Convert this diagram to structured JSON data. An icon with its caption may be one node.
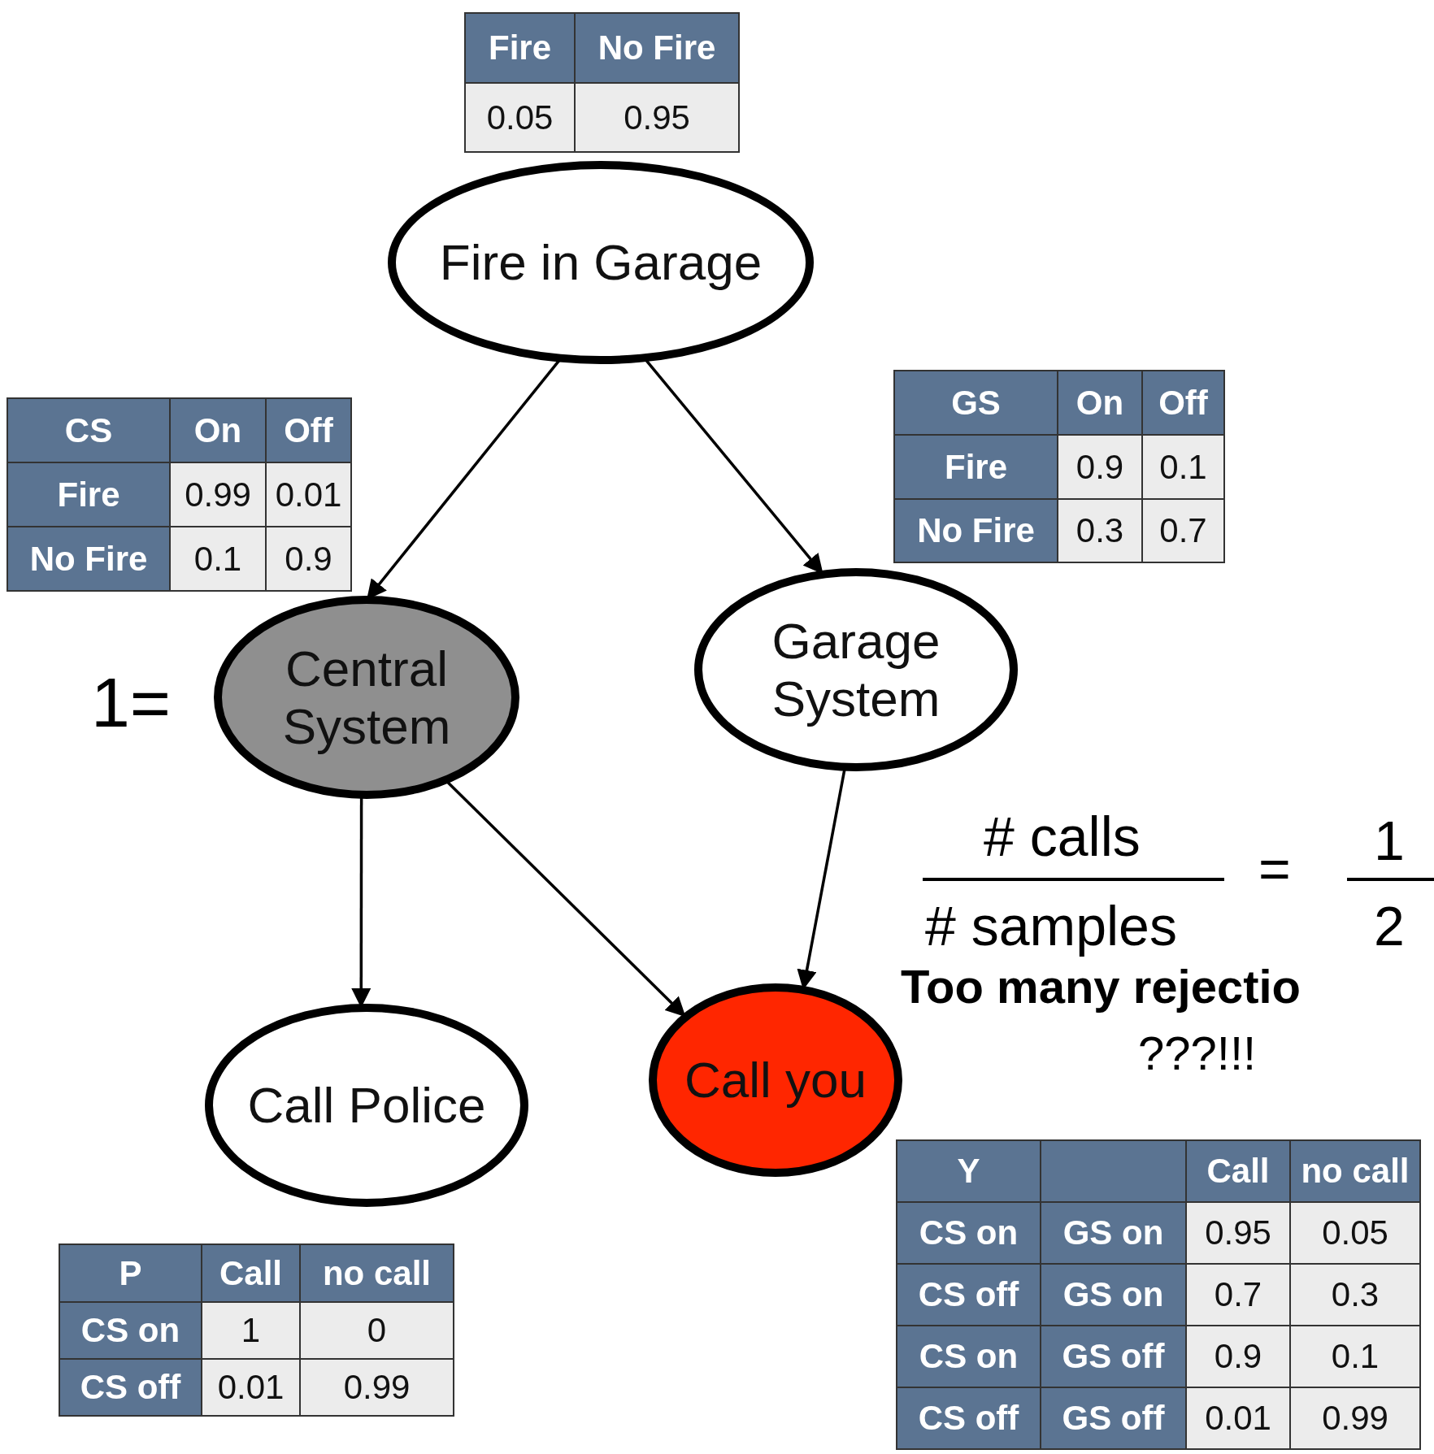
{
  "diagram": {
    "nodes": [
      {
        "text": [
          "Fire in Garage"
        ]
      },
      {
        "text": [
          "Central System"
        ]
      },
      {
        "text": [
          "Garage System"
        ]
      },
      {
        "text": [
          "Call Police"
        ]
      },
      {
        "text": [
          "Call you"
        ]
      }
    ],
    "edges": [
      {
        "from": 0,
        "to": 1,
        "arrow": "to"
      },
      {
        "from": 0,
        "to": 2,
        "arrow": "to"
      },
      {
        "from": 1,
        "to": 3,
        "arrow": "to"
      },
      {
        "from": 1,
        "to": 4,
        "arrow": "to"
      },
      {
        "from": 2,
        "to": 4,
        "arrow": "to"
      }
    ],
    "labels": [
      "Fire",
      "No Fire",
      "0.05",
      "0.95",
      "CS",
      "On",
      "Off",
      "Fire",
      "0.99",
      "0.01",
      "No Fire",
      "0.1",
      "0.9",
      "GS",
      "On",
      "Off",
      "Fire",
      "0.9",
      "0.1",
      "No Fire",
      "0.3",
      "0.7",
      "1=",
      "Too many rejectio",
      "???!!!",
      "# calls",
      "=",
      "1",
      "# samples",
      "2",
      "Y",
      "Call",
      "no call",
      "CS on",
      "GS on",
      "0.95",
      "0.05",
      "CS off",
      "GS on",
      "0.7",
      "0.3",
      "CS on",
      "GS off",
      "0.9",
      "0.1",
      "CS off",
      "GS off",
      "0.01",
      "0.99",
      "P",
      "Call",
      "no call",
      "CS on",
      "1",
      "0",
      "CS off",
      "0.01",
      "0.99"
    ]
  }
}
